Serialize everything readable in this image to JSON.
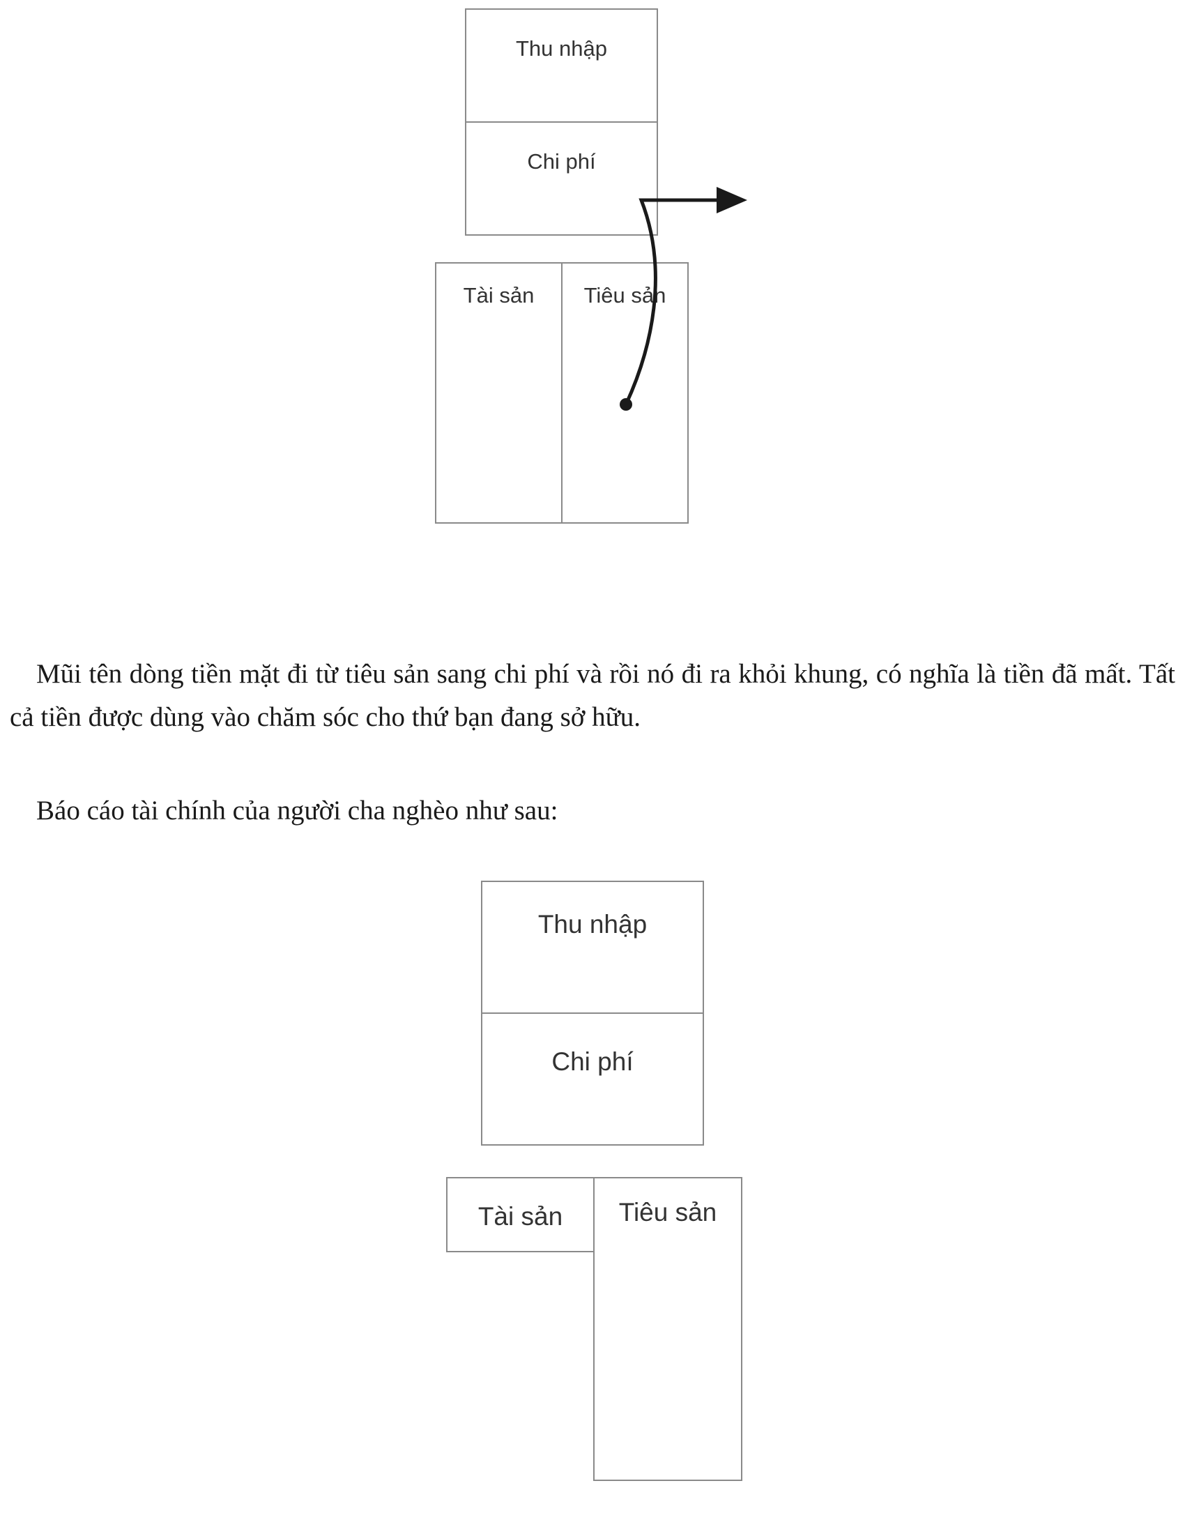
{
  "diagram1": {
    "income": "Thu nhập",
    "expense": "Chi phí",
    "asset": "Tài sản",
    "liability": "Tiêu sản"
  },
  "text": {
    "paragraph1": "Mũi tên dòng tiền mặt đi từ tiêu sản sang chi phí và rồi nó đi ra khỏi khung, có nghĩa là tiền đã mất. Tất cả tiền được dùng vào chăm sóc cho thứ bạn đang sở hữu.",
    "paragraph2": "Báo cáo tài chính của người cha nghèo như sau:"
  },
  "diagram2": {
    "income": "Thu nhập",
    "expense": "Chi phí",
    "asset": "Tài sản",
    "liability": "Tiêu sản"
  },
  "colors": {
    "border": "#8a8a8a",
    "arrow": "#1a1a1a"
  }
}
